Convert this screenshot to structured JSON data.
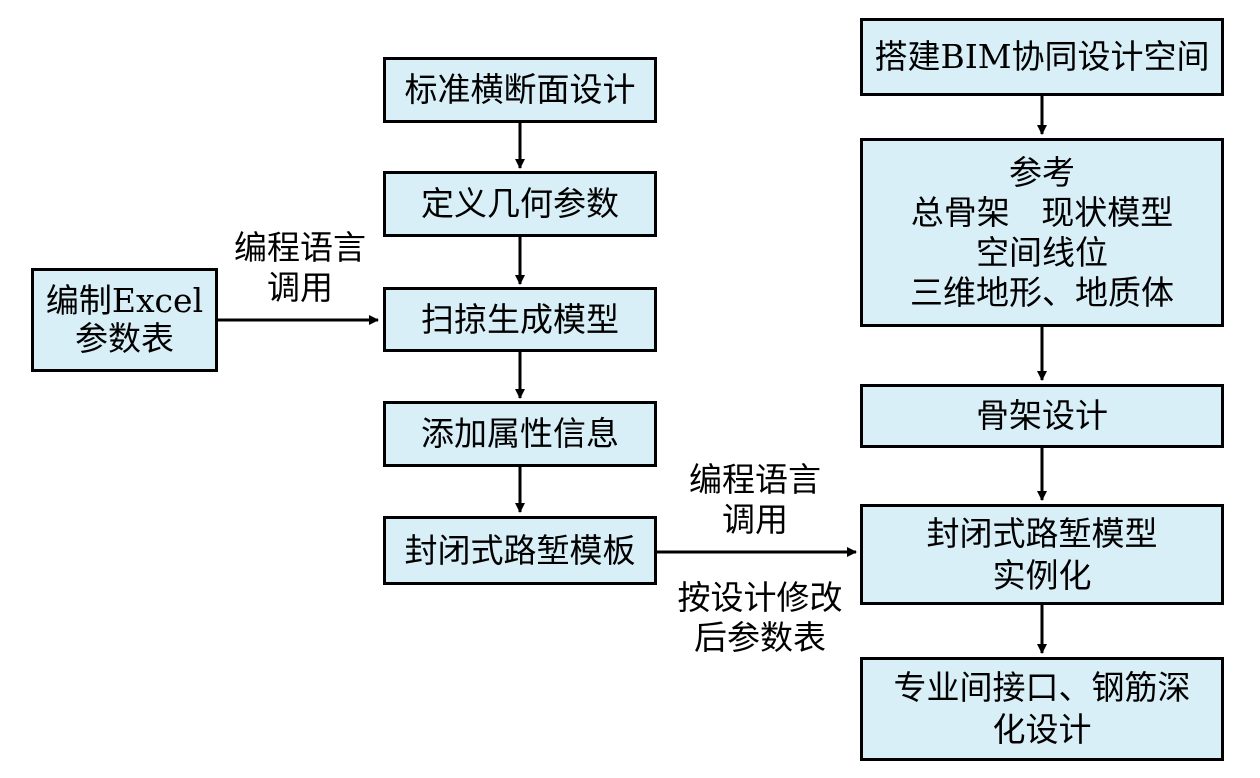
{
  "left_flow": {
    "standard_cross_section": "标准横断面设计",
    "define_geometry": "定义几何参数",
    "sweep_model": "扫掠生成模型",
    "add_attributes": "添加属性信息",
    "closed_cutting_template": "封闭式路堑模板"
  },
  "excel_table": {
    "line1": "编制Excel",
    "line2": "参数表"
  },
  "right_flow": {
    "bim_space": "搭建BIM协同设计空间",
    "reference": {
      "line1": "参考",
      "line2": "总骨架   现状模型",
      "line3": "空间线位",
      "line4": "三维地形、地质体"
    },
    "skeleton_design": "骨架设计",
    "instantiation": {
      "line1": "封闭式路堑模型",
      "line2": "实例化"
    },
    "detail_design": {
      "line1": "专业间接口、钢筋深",
      "line2": "化设计"
    }
  },
  "edge_labels": {
    "programming_call_1": {
      "line1": "编程语言",
      "line2": "调用"
    },
    "programming_call_2": {
      "line1": "编程语言",
      "line2": "调用"
    },
    "modified_params": {
      "line1": "按设计修改",
      "line2": "后参数表"
    }
  }
}
